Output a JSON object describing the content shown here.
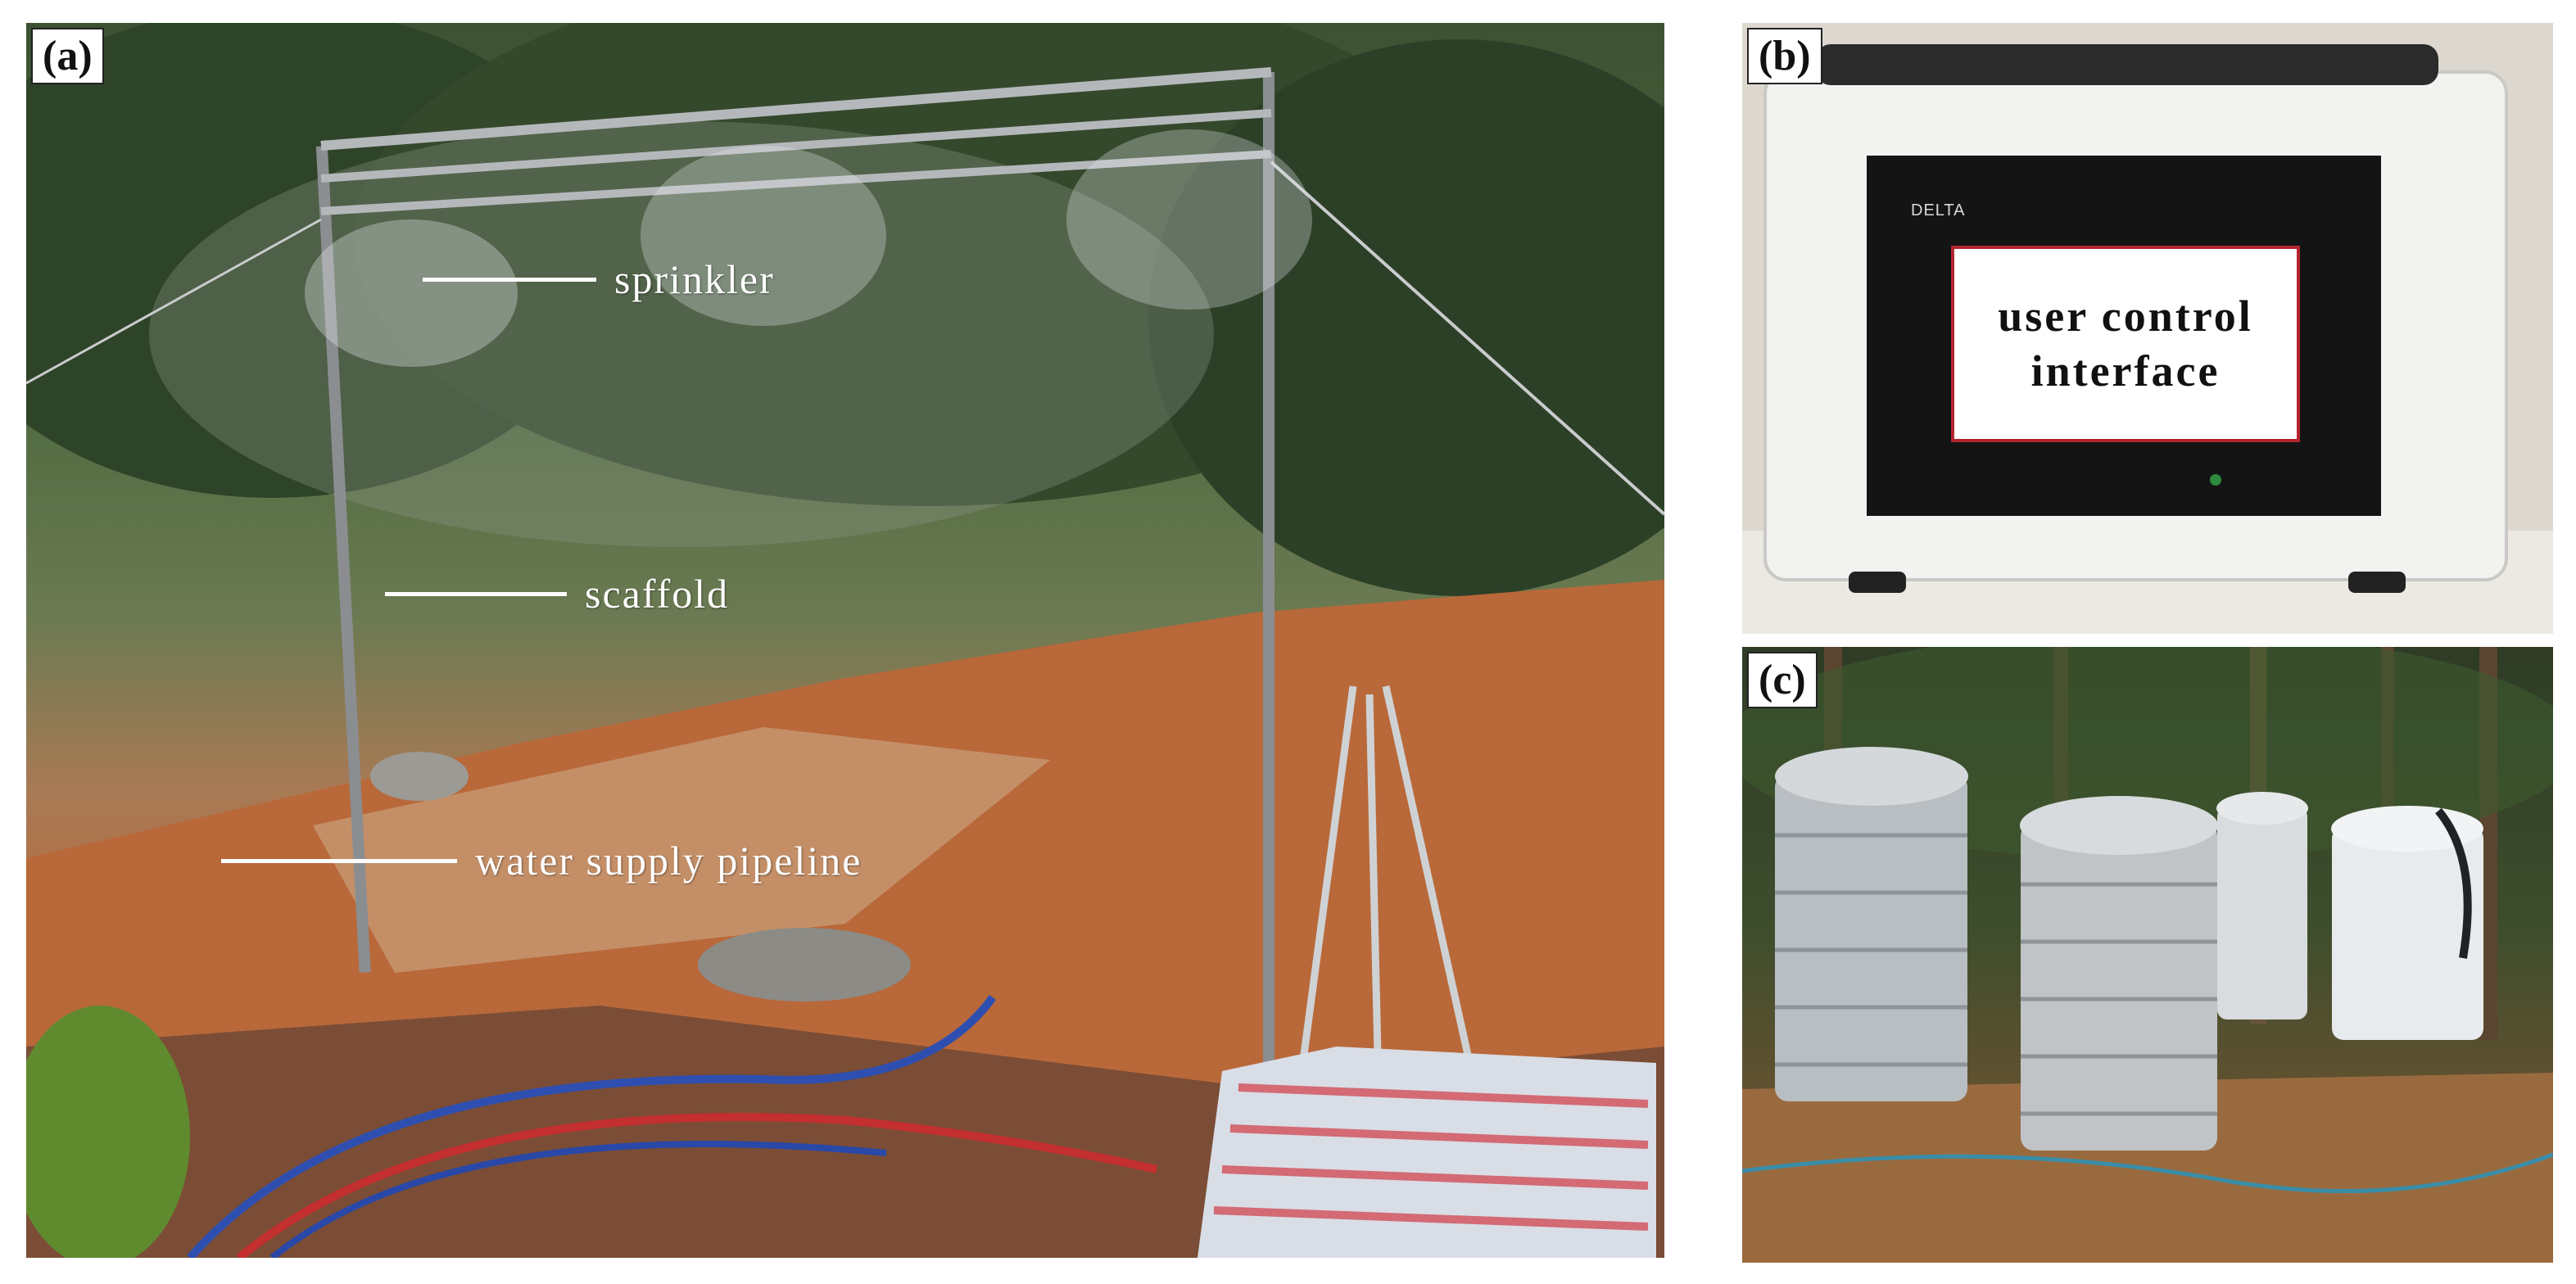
{
  "figure": {
    "panels": [
      {
        "tag": "(a)",
        "callouts": [
          {
            "label": "sprinkler"
          },
          {
            "label": "scaffold"
          },
          {
            "label": "water supply pipeline"
          }
        ]
      },
      {
        "tag": "(b)",
        "device_brand": "DELTA",
        "screen_label_line1": "user control",
        "screen_label_line2": "interface"
      },
      {
        "tag": "(c)"
      }
    ]
  }
}
